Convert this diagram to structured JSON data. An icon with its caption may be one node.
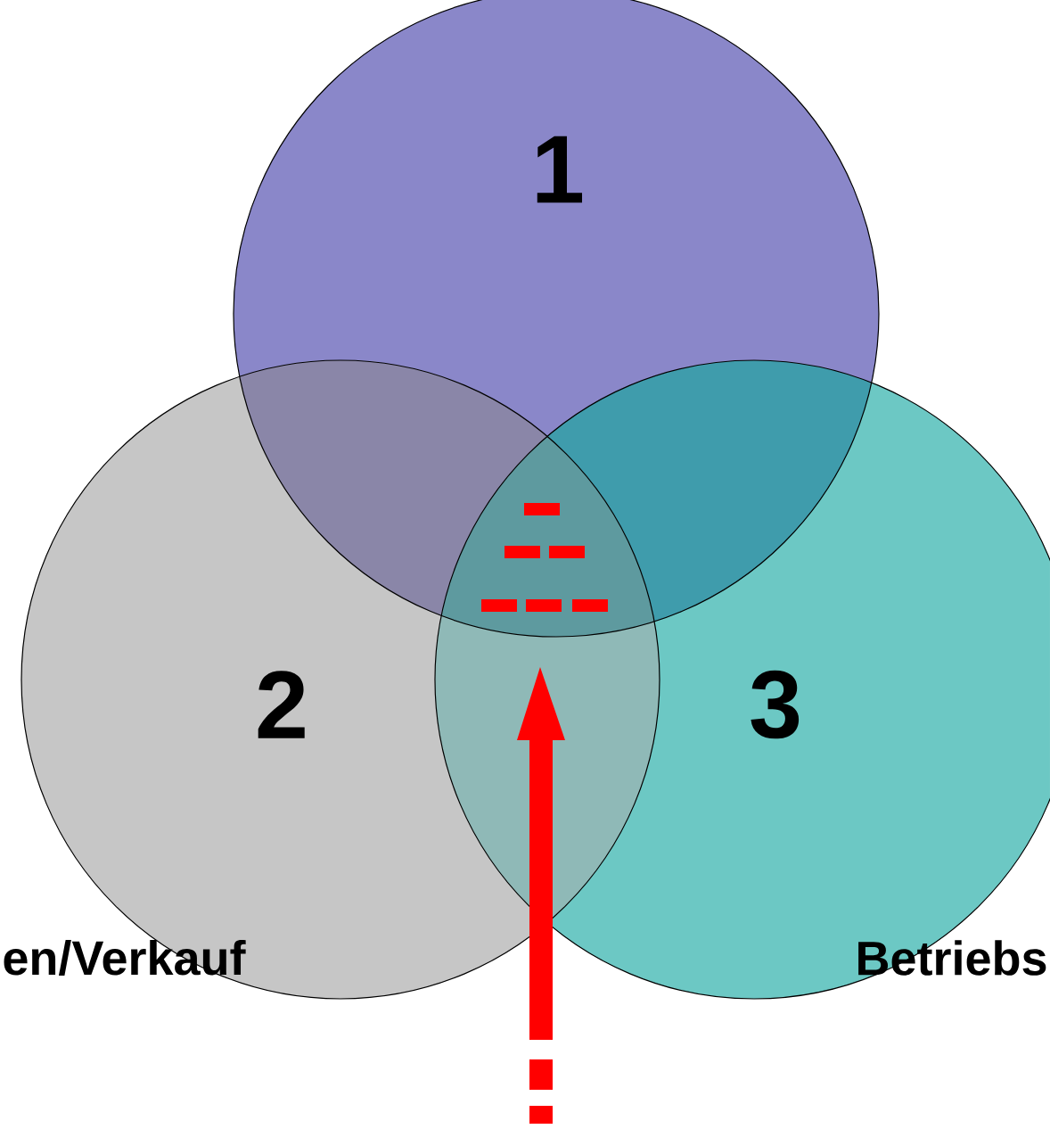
{
  "diagram": {
    "nodes": [
      {
        "text": [
          "1"
        ]
      },
      {
        "text": [
          "2",
          "en/Verkauf"
        ]
      },
      {
        "text": [
          "3",
          "Betriebs"
        ]
      }
    ]
  }
}
